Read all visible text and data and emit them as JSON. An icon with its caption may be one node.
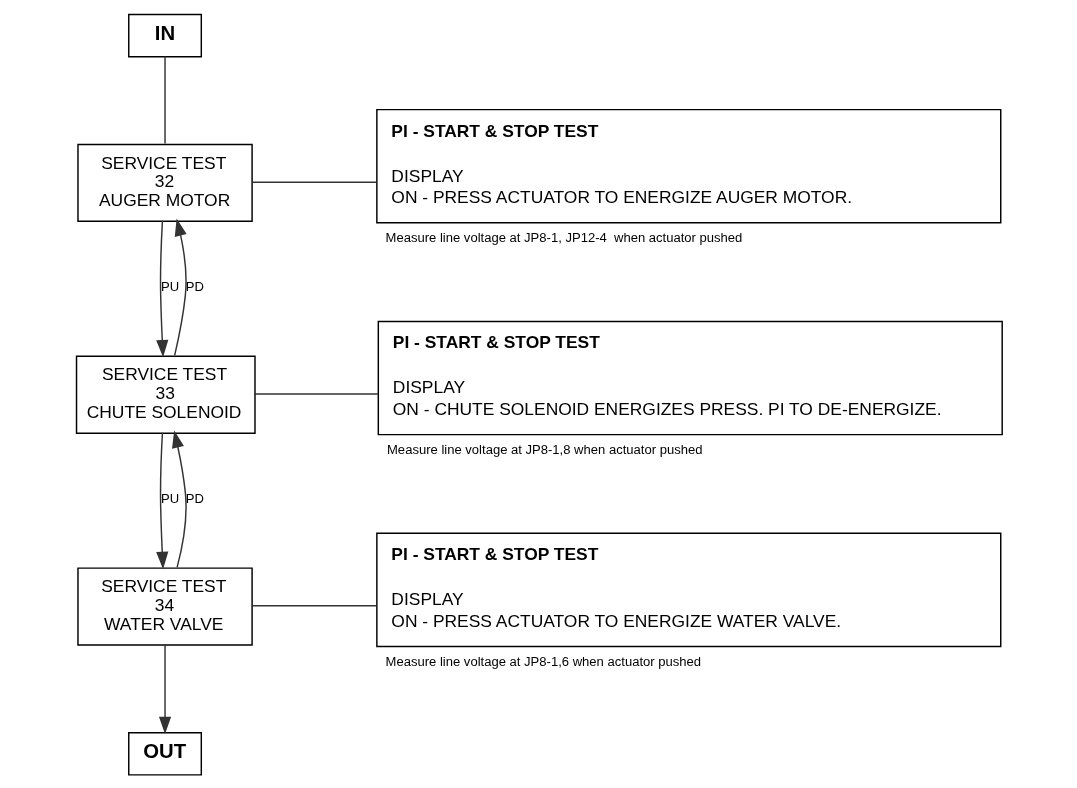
{
  "diagram": {
    "nodes": [
      {
        "text": [
          "IN"
        ]
      },
      {
        "text": [
          "SERVICE TEST",
          "32",
          "AUGER MOTOR"
        ]
      },
      {
        "text": [
          "PI - START & STOP TEST",
          "DISPLAY",
          "ON - PRESS ACTUATOR TO ENERGIZE AUGER MOTOR."
        ],
        "beside": [
          "Measure line voltage at JP8-1, JP12-4  when actuator pushed"
        ]
      },
      {
        "text": [
          "SERVICE TEST",
          "33",
          "CHUTE SOLENOID"
        ]
      },
      {
        "text": [
          "PI - START & STOP TEST",
          "DISPLAY",
          "ON - CHUTE SOLENOID ENERGIZES PRESS. PI TO DE-ENERGIZE."
        ],
        "beside": [
          "Measure line voltage at JP8-1,8 when actuator pushed"
        ]
      },
      {
        "text": [
          "SERVICE TEST",
          "34",
          "WATER VALVE"
        ]
      },
      {
        "text": [
          "PI - START & STOP TEST",
          "DISPLAY",
          "ON - PRESS ACTUATOR TO ENERGIZE WATER VALVE."
        ],
        "beside": [
          "Measure line voltage at JP8-1,6 when actuator pushed"
        ]
      },
      {
        "text": [
          "OUT"
        ]
      }
    ],
    "edges": [
      {
        "from": 0,
        "to": 1,
        "arrow": "none"
      },
      {
        "from": 1,
        "to": 2,
        "arrow": "none"
      },
      {
        "from": 1,
        "to": 3,
        "label": "PU",
        "arrow": "to"
      },
      {
        "from": 3,
        "to": 1,
        "label": "PD",
        "arrow": "to"
      },
      {
        "from": 3,
        "to": 4,
        "arrow": "none"
      },
      {
        "from": 3,
        "to": 5,
        "label": "PU",
        "arrow": "to"
      },
      {
        "from": 5,
        "to": 3,
        "label": "PD",
        "arrow": "to"
      },
      {
        "from": 5,
        "to": 6,
        "arrow": "none"
      },
      {
        "from": 5,
        "to": 7,
        "arrow": "to"
      }
    ]
  }
}
